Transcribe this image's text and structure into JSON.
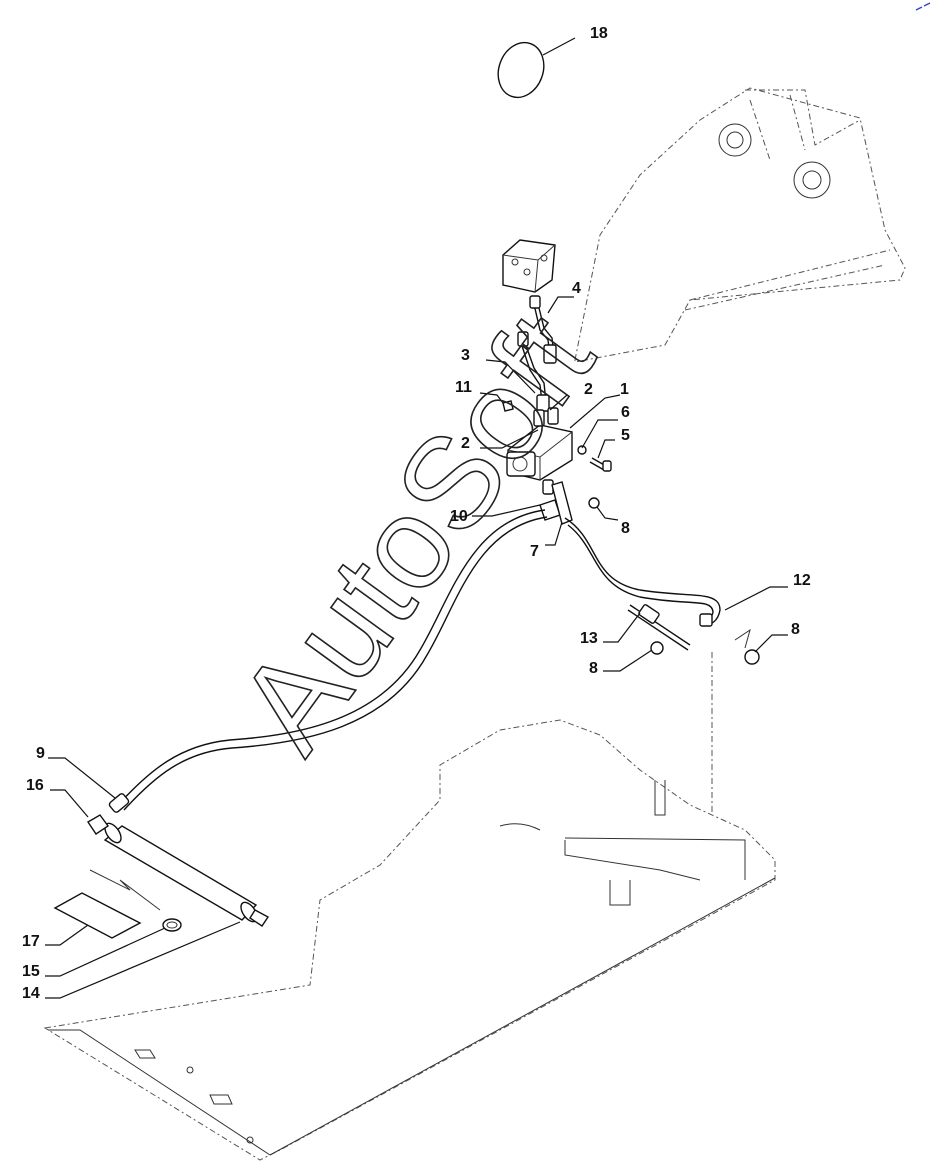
{
  "watermark": "AutoSoft",
  "callouts": [
    {
      "id": "c18",
      "label": "18"
    },
    {
      "id": "c4",
      "label": "4"
    },
    {
      "id": "c3",
      "label": "3"
    },
    {
      "id": "c11",
      "label": "11"
    },
    {
      "id": "c2a",
      "label": "2"
    },
    {
      "id": "c1",
      "label": "1"
    },
    {
      "id": "c2b",
      "label": "2"
    },
    {
      "id": "c6",
      "label": "6"
    },
    {
      "id": "c5",
      "label": "5"
    },
    {
      "id": "c10",
      "label": "10"
    },
    {
      "id": "c8a",
      "label": "8"
    },
    {
      "id": "c7",
      "label": "7"
    },
    {
      "id": "c12",
      "label": "12"
    },
    {
      "id": "c13",
      "label": "13"
    },
    {
      "id": "c8b",
      "label": "8"
    },
    {
      "id": "c8c",
      "label": "8"
    },
    {
      "id": "c9",
      "label": "9"
    },
    {
      "id": "c16",
      "label": "16"
    },
    {
      "id": "c17",
      "label": "17"
    },
    {
      "id": "c15",
      "label": "15"
    },
    {
      "id": "c14",
      "label": "14"
    }
  ],
  "colors": {
    "line": "#111111",
    "dashed": "#555555",
    "background": "#ffffff"
  }
}
